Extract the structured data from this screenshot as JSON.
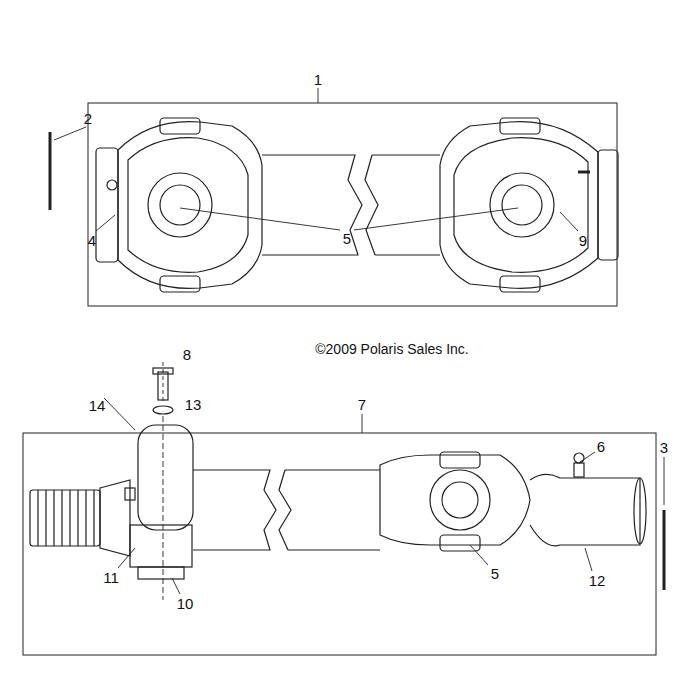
{
  "diagram": {
    "labels": [
      "1",
      "2",
      "4",
      "5",
      "9",
      "©2009 Polaris Sales Inc.",
      "8",
      "13",
      "14",
      "7",
      "6",
      "3",
      "5",
      "11",
      "10",
      "12"
    ]
  }
}
